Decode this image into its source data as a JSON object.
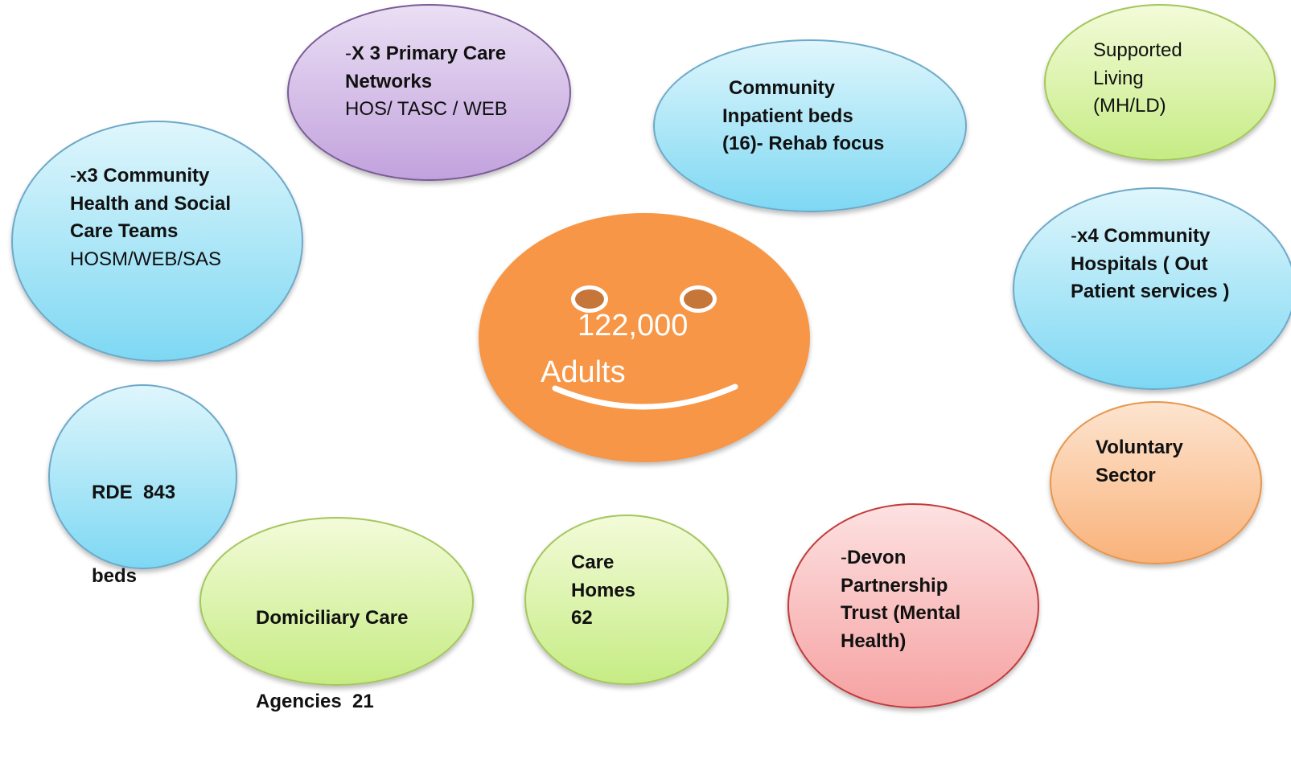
{
  "center": {
    "line1": "122,000",
    "line2": "Adults"
  },
  "nodes": {
    "primary_care": {
      "prefix": "-",
      "line1": "X 3 Primary Care",
      "line2": "Networks",
      "line3": "HOS/ TASC / WEB"
    },
    "community_teams": {
      "prefix": "-",
      "line1": "x3 Community",
      "line2": "Health and Social",
      "line3": "Care Teams",
      "line4": "HOSM/WEB/SAS"
    },
    "inpatient_beds": {
      "line1": "Community",
      "line2": "Inpatient beds",
      "line3": "(16)- Rehab focus"
    },
    "supported_living": {
      "line1": "Supported",
      "line2": "Living",
      "line3": "(MH/LD)"
    },
    "community_hospitals": {
      "prefix": "-",
      "line1": "x4 Community",
      "line2": "Hospitals ( Out",
      "line3": "Patient services )"
    },
    "rde": {
      "line1": "RDE  843",
      "line2": "beds"
    },
    "domiciliary": {
      "line1": "Domiciliary Care",
      "line2": "Agencies  21"
    },
    "care_homes": {
      "line1": "Care",
      "line2": "Homes",
      "line3": "62"
    },
    "devon": {
      "prefix": "-",
      "line1": "Devon",
      "line2": "Partnership",
      "line3": "Trust (Mental",
      "line4": "Health)"
    },
    "voluntary": {
      "line1": "Voluntary",
      "line2": "Sector"
    }
  },
  "colors": {
    "center": "#f79646",
    "blue": "#7ed8f3",
    "purple": "#c2a2dd",
    "green": "#c6ec84",
    "peach": "#f9b27a",
    "pink": "#f6a2a2"
  }
}
